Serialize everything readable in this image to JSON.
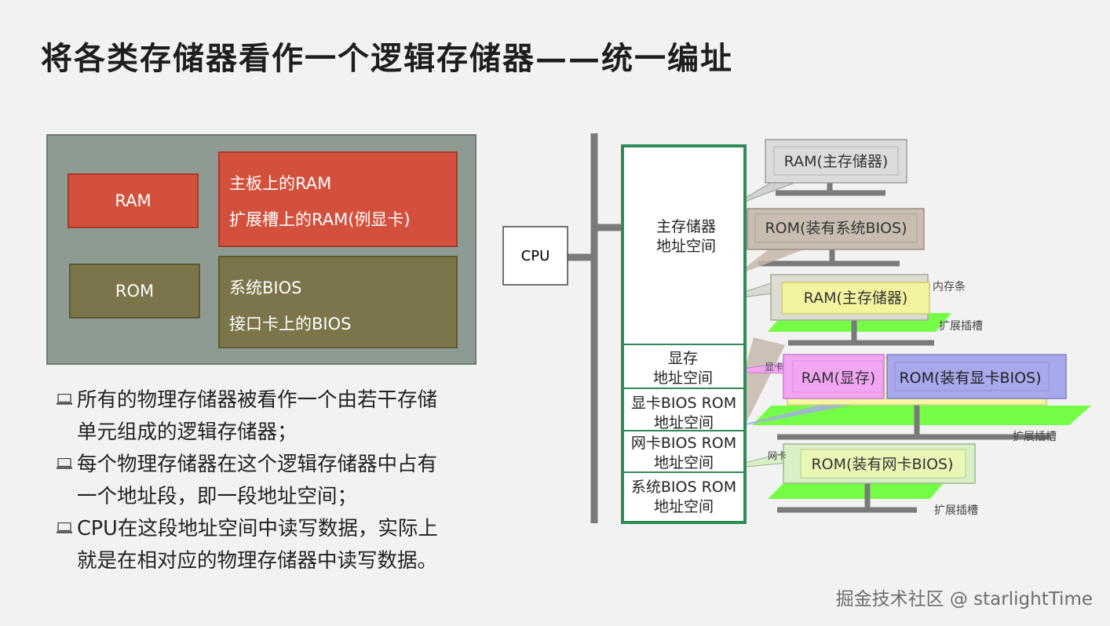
{
  "title": "将各类存储器看作一个逻辑存储器——统一编址",
  "left_panel": {
    "ram_label": "RAM",
    "ram_items": [
      "主板上的RAM",
      "扩展槽上的RAM(例显卡)"
    ],
    "rom_label": "ROM",
    "rom_items": [
      "系统BIOS",
      "接口卡上的BIOS"
    ]
  },
  "bullets": [
    [
      "所有的物理存储器被看作一个由若干存储",
      "单元组成的逻辑存储器；"
    ],
    [
      "每个物理存储器在这个逻辑存储器中占有",
      "一个地址段，即一段地址空间；"
    ],
    [
      "CPU在这段地址空间中读写数据，实际上",
      "就是在相对应的物理存储器中读写数据。"
    ]
  ],
  "diagram": {
    "cpu": "CPU",
    "address_space": [
      [
        "主存储器",
        "地址空间"
      ],
      [
        "显存",
        "地址空间"
      ],
      [
        "显卡BIOS ROM",
        "地址空间"
      ],
      [
        "网卡BIOS ROM",
        "地址空间"
      ],
      [
        "系统BIOS ROM",
        "地址空间"
      ]
    ],
    "callouts": {
      "ram_main_top": "RAM(主存储器)",
      "rom_system": "ROM(装有系统BIOS)",
      "ram_main_stick": "RAM(主存储器)",
      "ram_vram": "RAM(显存)",
      "rom_vga": "ROM(装有显卡BIOS)",
      "rom_nic": "ROM(装有网卡BIOS)"
    },
    "labels": {
      "memory_stick": "内存条",
      "slot1": "扩展插槽",
      "vga_card": "显卡",
      "slot2": "扩展插槽",
      "nic": "网卡",
      "slot3": "扩展插槽"
    }
  },
  "watermark": "掘金技术社区 @ starlightTime",
  "colors": {
    "red": "#d3513c",
    "olive": "#7b7549",
    "panel": "#8e9b92",
    "address_border": "#2e8b57",
    "slot_green": "#66ff33",
    "callout_gray": "#d9dcd9",
    "callout_tan": "#c9bdb2",
    "callout_pink": "#f2a6f2",
    "callout_blue": "#a8a8ec",
    "callout_yellow": "#f3f3a0",
    "callout_lightgreen": "#d9efc8"
  }
}
